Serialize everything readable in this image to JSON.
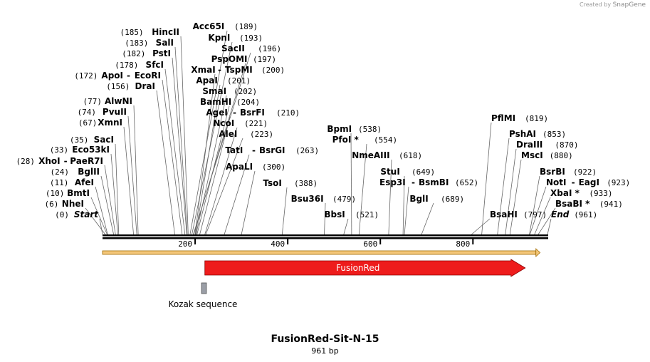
{
  "credit": {
    "prefix": "Created by",
    "brand": "SnapGene"
  },
  "plasmid": {
    "name": "FusionRed-Sit-N-15",
    "length_label": "961 bp",
    "length": 961
  },
  "ruler_ticks": [
    200,
    400,
    600,
    800
  ],
  "features": [
    {
      "name": "FusionRed",
      "start": 221,
      "end": 913,
      "color": "#ee1c1c"
    },
    {
      "name": "Kozak sequence",
      "start": 212,
      "end": 222,
      "color": "#9a9ea6"
    }
  ],
  "sites": [
    {
      "name": "Start",
      "pos": 0,
      "italic": true
    },
    {
      "name": "NheI",
      "pos": 6
    },
    {
      "name": "BmtI",
      "pos": 10
    },
    {
      "name": "AfeI",
      "pos": 11
    },
    {
      "name": "BglII",
      "pos": 24
    },
    {
      "name": "XhoI",
      "pos": 28,
      "alt": "PaeR7I"
    },
    {
      "name": "Eco53kI",
      "pos": 33
    },
    {
      "name": "SacI",
      "pos": 35
    },
    {
      "name": "XmnI",
      "pos": 67
    },
    {
      "name": "PvuII",
      "pos": 74
    },
    {
      "name": "AlwNI",
      "pos": 77
    },
    {
      "name": "DraI",
      "pos": 156
    },
    {
      "name": "ApoI",
      "pos": 172,
      "alt": "EcoRI"
    },
    {
      "name": "SfcI",
      "pos": 178
    },
    {
      "name": "PstI",
      "pos": 182
    },
    {
      "name": "SalI",
      "pos": 183
    },
    {
      "name": "HincII",
      "pos": 185
    },
    {
      "name": "Acc65I",
      "pos": 189
    },
    {
      "name": "KpnI",
      "pos": 193
    },
    {
      "name": "SacII",
      "pos": 196
    },
    {
      "name": "PspOMI",
      "pos": 197
    },
    {
      "name": "XmaI",
      "pos": 200,
      "alt": "TspMI"
    },
    {
      "name": "ApaI",
      "pos": 201
    },
    {
      "name": "SmaI",
      "pos": 202
    },
    {
      "name": "BamHI",
      "pos": 204
    },
    {
      "name": "AgeI",
      "pos": 210,
      "alt": "BsrFI"
    },
    {
      "name": "NcoI",
      "pos": 221
    },
    {
      "name": "AleI",
      "pos": 223
    },
    {
      "name": "TatI",
      "pos": 263,
      "alt": "BsrGI"
    },
    {
      "name": "ApaLI",
      "pos": 300
    },
    {
      "name": "TsoI",
      "pos": 388
    },
    {
      "name": "Bsu36I",
      "pos": 479
    },
    {
      "name": "BbsI",
      "pos": 521
    },
    {
      "name": "BpmI",
      "pos": 538
    },
    {
      "name": "PfoI *",
      "pos": 554
    },
    {
      "name": "NmeAIII",
      "pos": 618
    },
    {
      "name": "StuI",
      "pos": 649
    },
    {
      "name": "Esp3I",
      "pos": 652,
      "alt": "BsmBI"
    },
    {
      "name": "BglI",
      "pos": 689
    },
    {
      "name": "BsaHI",
      "pos": 797
    },
    {
      "name": "PflMI",
      "pos": 819
    },
    {
      "name": "PshAI",
      "pos": 853
    },
    {
      "name": "DraIII",
      "pos": 870
    },
    {
      "name": "MscI",
      "pos": 880
    },
    {
      "name": "BsrBI",
      "pos": 922
    },
    {
      "name": "NotI",
      "pos": 923,
      "alt": "EagI"
    },
    {
      "name": "XbaI *",
      "pos": 933
    },
    {
      "name": "BsaBI *",
      "pos": 941
    },
    {
      "name": "End",
      "pos": 961,
      "italic": true
    }
  ]
}
